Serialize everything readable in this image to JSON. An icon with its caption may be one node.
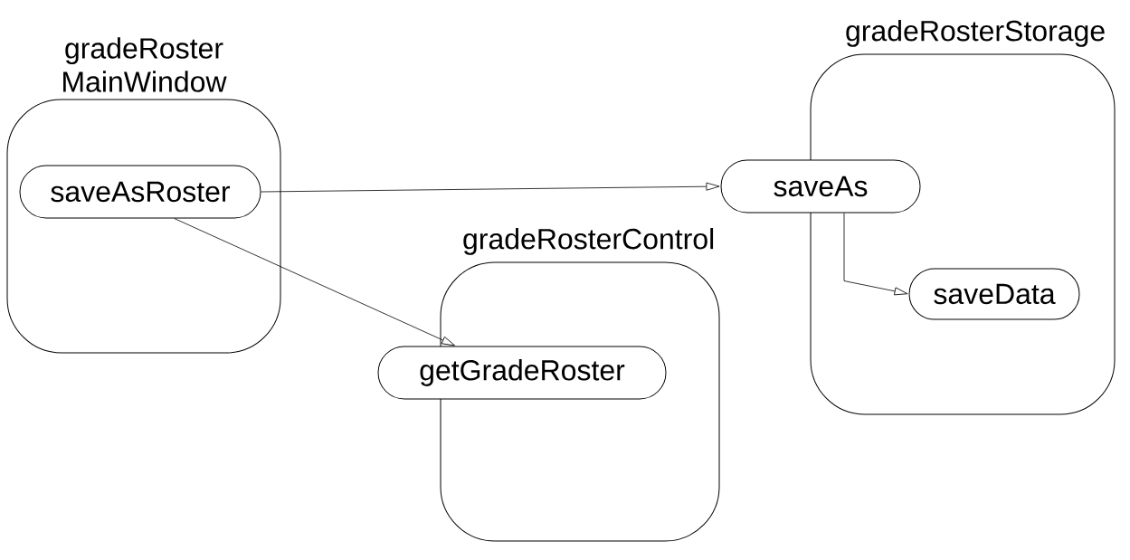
{
  "diagram": {
    "nodes": [
      {
        "text": [
          "gradeRoster MainWindow"
        ]
      },
      {
        "text": [
          "saveAsRoster"
        ],
        "in": 0
      },
      {
        "text": [
          "gradeRosterStorage"
        ]
      },
      {
        "text": [
          "saveAs"
        ]
      },
      {
        "text": [
          "saveData"
        ],
        "in": 2
      },
      {
        "text": [
          "gradeRosterControl"
        ]
      },
      {
        "text": [
          "getGradeRoster"
        ]
      }
    ],
    "edges": [
      {
        "from": 1,
        "to": 3,
        "arrow": "to"
      },
      {
        "from": 1,
        "to": 6,
        "arrow": "to"
      },
      {
        "from": 3,
        "to": 4,
        "arrow": "to"
      }
    ]
  }
}
